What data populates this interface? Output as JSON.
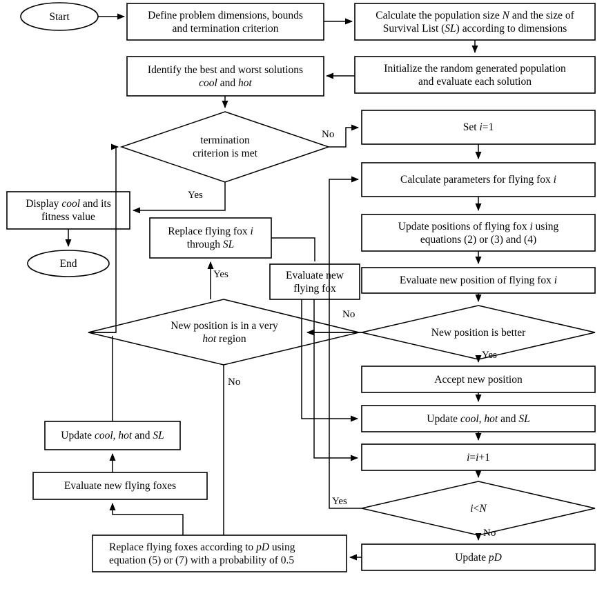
{
  "diagram": {
    "title": "Flying Fox Optimization Algorithm Flowchart",
    "type": "flowchart",
    "background": "#ffffff",
    "line_color": "#000000"
  },
  "nodes": {
    "start": {
      "label": "Start",
      "shape": "ellipse"
    },
    "define_problem": {
      "line1": "Define problem dimensions, bounds",
      "line2": "and termination criterion",
      "shape": "process"
    },
    "calculate_population": {
      "line1": "Calculate the population size N and the size of",
      "line2": "Survival List (SL) according to dimensions",
      "shape": "process"
    },
    "initialize_population": {
      "line1": "Initialize the random generated population",
      "line2": "and evaluate each solution",
      "shape": "process"
    },
    "identify_best_worst": {
      "line1": "Identify the best and worst solutions",
      "line2": "cool and hot",
      "shape": "process"
    },
    "termination_check": {
      "line1": "termination",
      "line2": "criterion is met",
      "shape": "decision"
    },
    "display_cool": {
      "line1": "Display cool and its",
      "line2": "fitness value",
      "shape": "process"
    },
    "end": {
      "label": "End",
      "shape": "ellipse"
    },
    "set_i": {
      "label": "Set i=1",
      "shape": "process"
    },
    "calculate_params": {
      "label": "Calculate parameters for flying fox i",
      "shape": "process"
    },
    "update_positions": {
      "line1": "Update positions of flying fox i using",
      "line2": "equations (2) or (3) and (4)",
      "shape": "process"
    },
    "evaluate_new_position": {
      "label": "Evaluate new position of flying fox i",
      "shape": "process"
    },
    "new_position_better": {
      "label": "New position is better",
      "shape": "decision"
    },
    "accept_new_position": {
      "label": "Accept new position",
      "shape": "process"
    },
    "update_cool_hot_sl_right": {
      "label": "Update cool, hot and SL",
      "shape": "process"
    },
    "increment_i": {
      "label": "i=i+1",
      "shape": "process"
    },
    "i_less_n": {
      "label": "i<N",
      "shape": "decision"
    },
    "update_pd": {
      "label": "Update pD",
      "shape": "process"
    },
    "very_hot_region": {
      "line1": "New position is in a very",
      "line2": "hot region",
      "shape": "decision"
    },
    "replace_flying_fox": {
      "line1": "Replace flying fox i",
      "line2": "through SL",
      "shape": "process"
    },
    "evaluate_new_flying_fox": {
      "line1": "Evaluate new",
      "line2": "flying fox",
      "shape": "process"
    },
    "update_cool_hot_sl_left": {
      "label": "Update cool, hot and SL",
      "shape": "process"
    },
    "evaluate_new_flying_foxes": {
      "label": "Evaluate new flying foxes",
      "shape": "process"
    },
    "replace_flying_foxes_pd": {
      "line1": "Replace flying foxes according to pD using",
      "line2": "equation (5) or (7) with a probability of 0.5",
      "shape": "process"
    }
  },
  "edge_labels": {
    "termination_no": "No",
    "termination_yes": "Yes",
    "better_no": "No",
    "better_yes": "Yes",
    "hot_region_yes": "Yes",
    "hot_region_no": "No",
    "hot_region_in_no": "No",
    "i_less_n_yes": "Yes",
    "i_less_n_no": "No"
  }
}
